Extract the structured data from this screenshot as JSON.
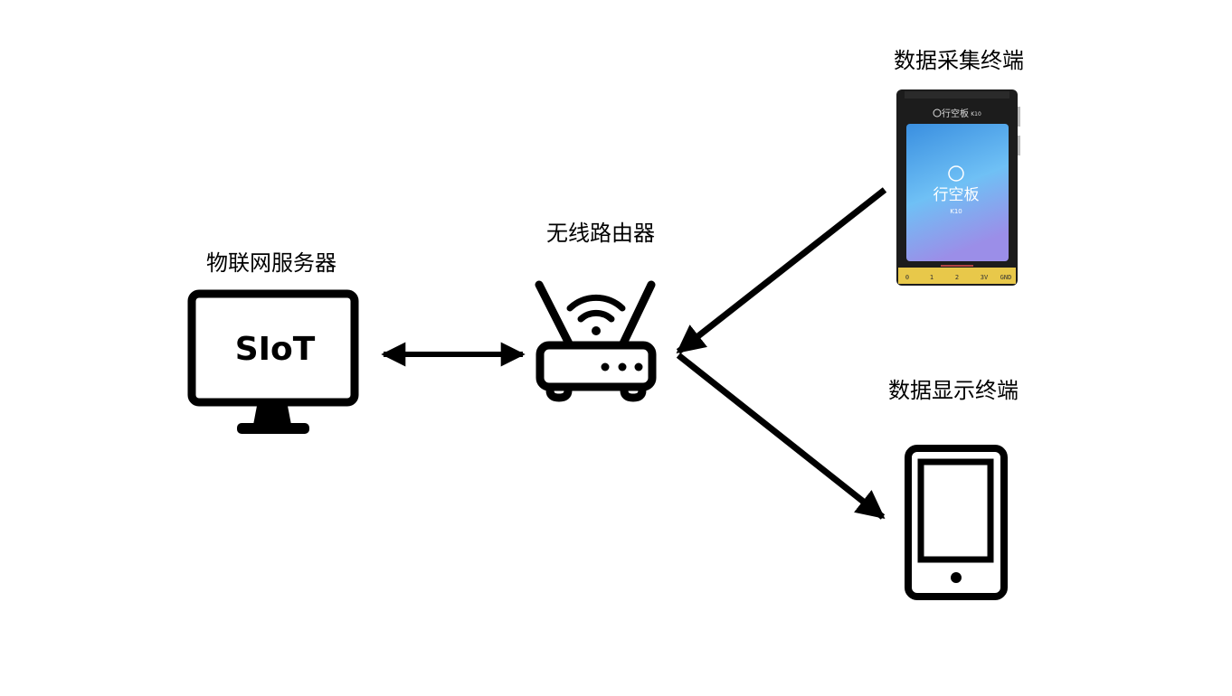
{
  "labels": {
    "server": "物联网服务器",
    "router": "无线路由器",
    "collector": "数据采集终端",
    "display": "数据显示终端"
  },
  "server_screen_text": "SIoT",
  "collector_device": {
    "brand_top": "行空板",
    "brand_badge": "K10",
    "screen_logo": "行空板",
    "screen_badge": "K10",
    "pins": [
      "0",
      "1",
      "2",
      "3V",
      "GND"
    ]
  },
  "colors": {
    "stroke": "#000000",
    "screen_gradient_top": "#3a8fe0",
    "screen_gradient_mid": "#6fc0f5",
    "screen_gradient_bottom": "#9b8ee8",
    "pcb_body": "#1c1c1c",
    "gold_pin": "#e8c84a"
  },
  "icons": [
    "monitor-icon",
    "router-icon",
    "wifi-icon",
    "tablet-icon",
    "k10-board-icon",
    "double-arrow-icon",
    "arrow-icon"
  ]
}
